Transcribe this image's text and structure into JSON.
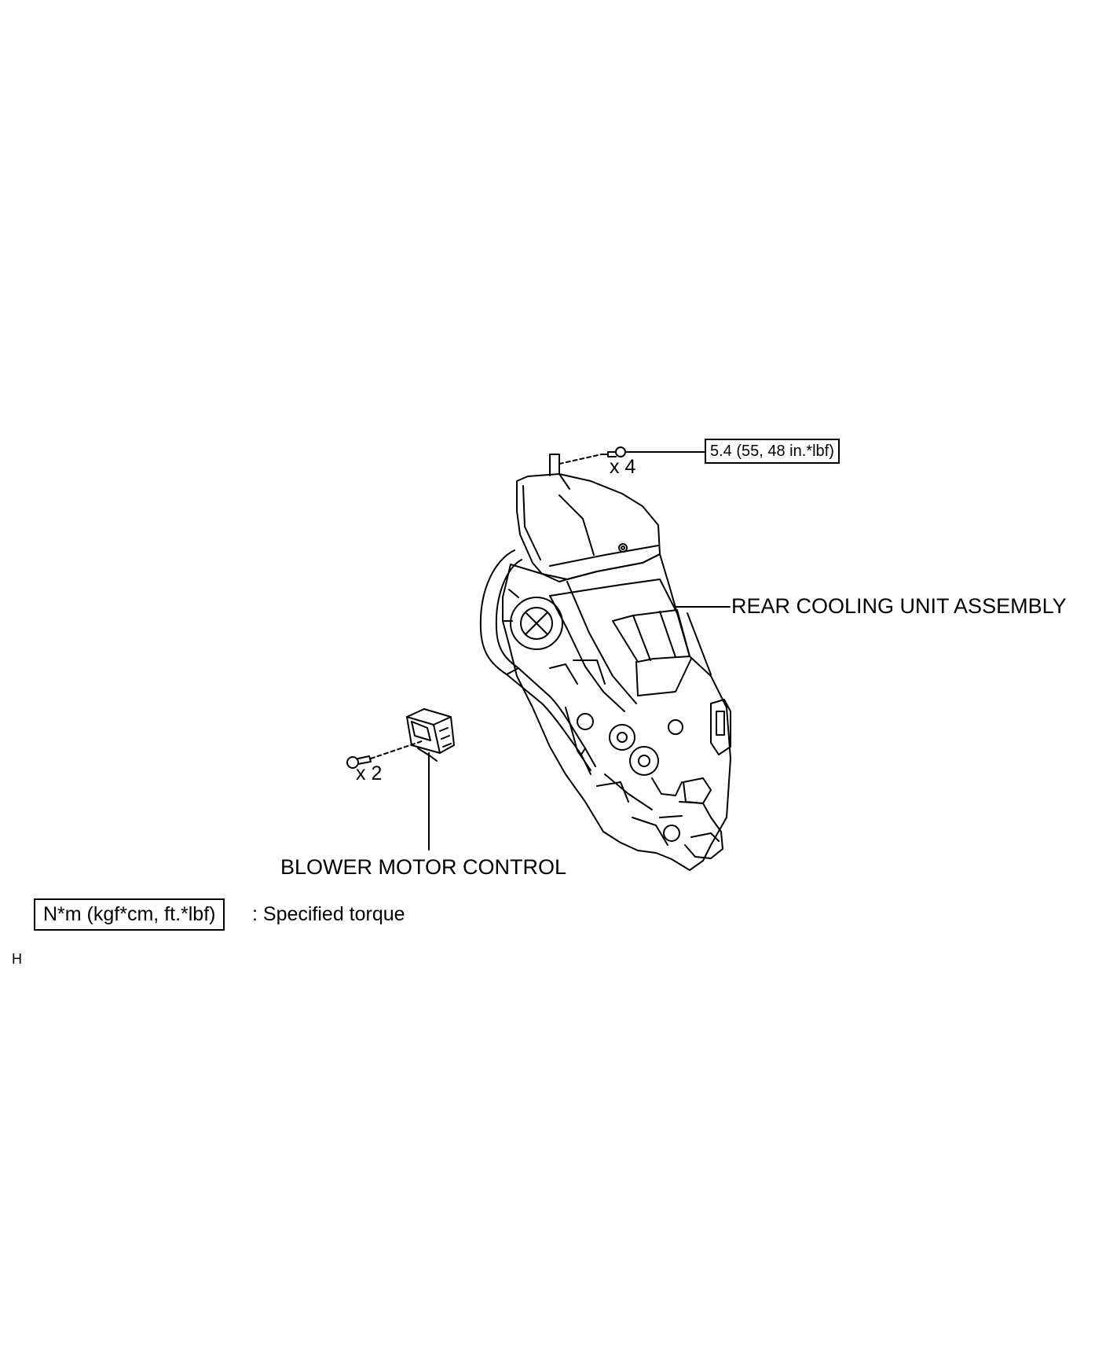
{
  "labels": {
    "torque_spec": "5.4 (55, 48 in.*lbf)",
    "qty_upper": "x 4",
    "qty_lower": "x 2",
    "rear_cooling_unit": "REAR COOLING UNIT ASSEMBLY",
    "blower_motor_control": "BLOWER MOTOR CONTROL"
  },
  "legend": {
    "unit_box": "N*m (kgf*cm, ft.*lbf)",
    "description": ": Specified torque"
  },
  "figure_code": "H"
}
